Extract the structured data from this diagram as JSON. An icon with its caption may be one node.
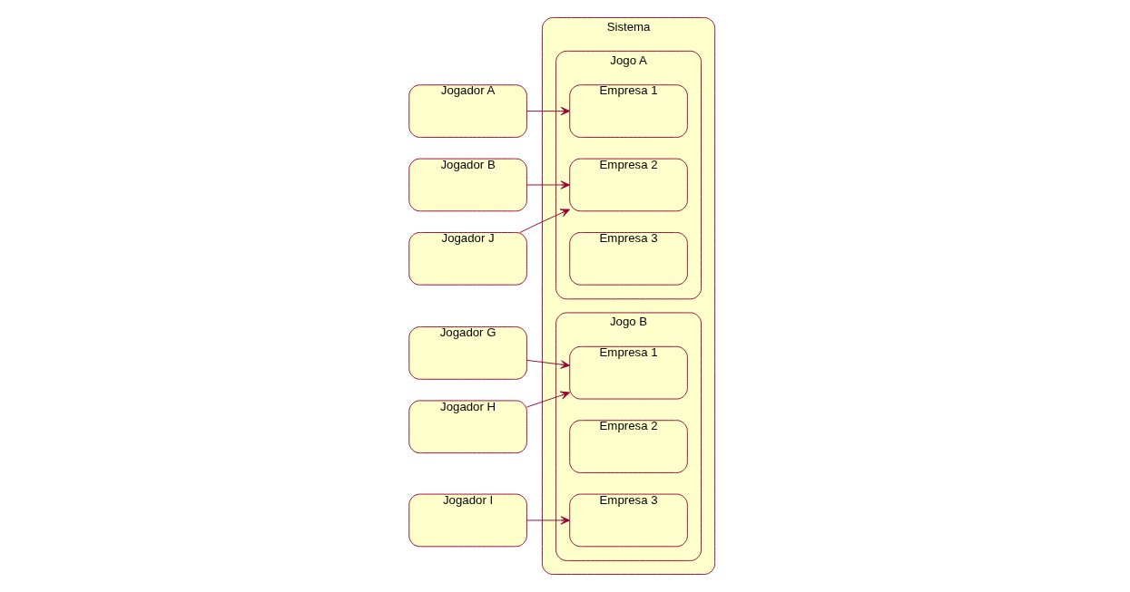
{
  "diagram": {
    "nodes": [
      {
        "text": [
          "Sistema"
        ]
      },
      {
        "text": [
          "Jogo A"
        ],
        "in": 0
      },
      {
        "text": [
          "Empresa 1"
        ],
        "in": 1
      },
      {
        "text": [
          "Empresa 2"
        ],
        "in": 1
      },
      {
        "text": [
          "Empresa 3"
        ],
        "in": 1
      },
      {
        "text": [
          "Jogo B"
        ],
        "in": 0
      },
      {
        "text": [
          "Empresa 1"
        ],
        "in": 5
      },
      {
        "text": [
          "Empresa 2"
        ],
        "in": 5
      },
      {
        "text": [
          "Empresa 3"
        ],
        "in": 5
      },
      {
        "text": [
          "Jogador A"
        ]
      },
      {
        "text": [
          "Jogador B"
        ]
      },
      {
        "text": [
          "Jogador J"
        ]
      },
      {
        "text": [
          "Jogador G"
        ]
      },
      {
        "text": [
          "Jogador H"
        ]
      },
      {
        "text": [
          "Jogador I"
        ]
      }
    ],
    "edges": [
      {
        "from": 9,
        "to": 2,
        "arrow": "to"
      },
      {
        "from": 10,
        "to": 3,
        "arrow": "to"
      },
      {
        "from": 11,
        "to": 3,
        "arrow": "to"
      },
      {
        "from": 12,
        "to": 6,
        "arrow": "to"
      },
      {
        "from": 13,
        "to": 6,
        "arrow": "to"
      },
      {
        "from": 14,
        "to": 8,
        "arrow": "to"
      }
    ]
  }
}
